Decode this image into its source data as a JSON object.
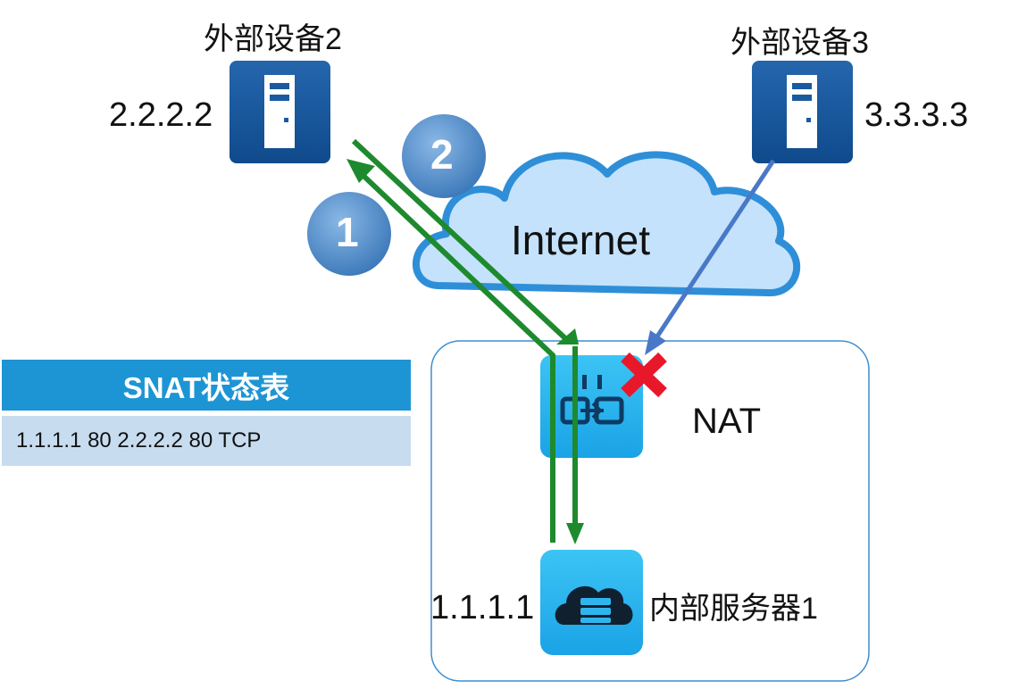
{
  "devices": {
    "ext2": {
      "title": "外部设备2",
      "ip": "2.2.2.2"
    },
    "ext3": {
      "title": "外部设备3",
      "ip": "3.3.3.3"
    }
  },
  "cloud": {
    "label": "Internet"
  },
  "nat": {
    "label": "NAT"
  },
  "server": {
    "label": "内部服务器1",
    "ip": "1.1.1.1"
  },
  "badges": {
    "step1": "1",
    "step2": "2"
  },
  "snat_table": {
    "title": "SNAT状态表",
    "row": "1.1.1.1 80 2.2.2.2 80  TCP"
  },
  "colors": {
    "flow_arrow": "#1e8a2e",
    "blocked_arrow": "#4a78c8",
    "block_mark": "#e8182a",
    "device_fill": "#1a5aa0",
    "node_fill": "#2fb5ee",
    "cloud_fill": "#bfe0fa",
    "badge_fill": "#4f8ec9"
  }
}
